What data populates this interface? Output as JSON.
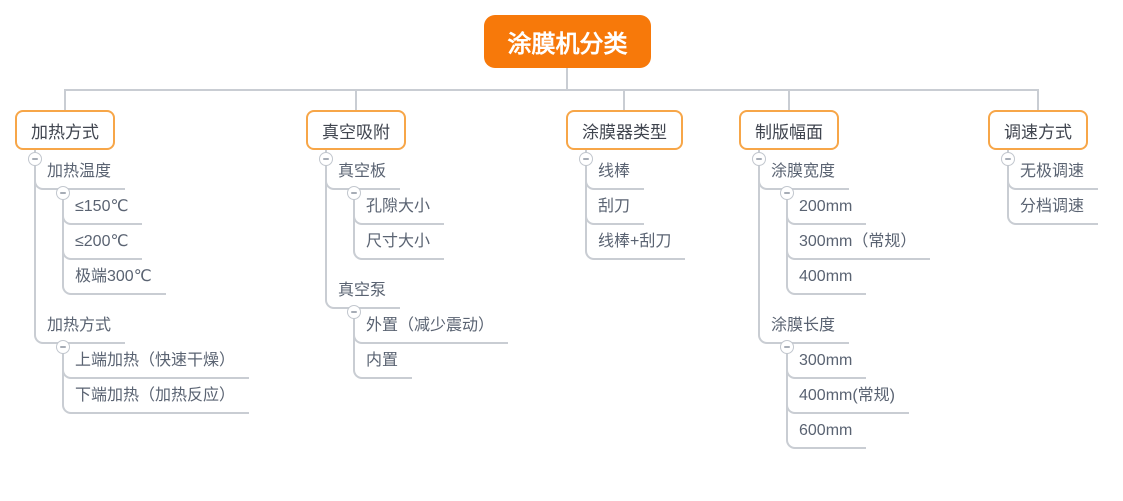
{
  "colors": {
    "root_bg": "#F7790A",
    "branch_border": "#F7A648",
    "connector": "#C9CDD3",
    "branch_text": "#40454F",
    "subtopic_text": "#5A6372"
  },
  "icons": {
    "collapse": "minus-icon"
  },
  "root": {
    "label": "涂膜机分类"
  },
  "branches": [
    {
      "label": "加热方式",
      "children": [
        {
          "label": "加热温度",
          "children": [
            {
              "label": "≤150℃"
            },
            {
              "label": "≤200℃"
            },
            {
              "label": "极端300℃"
            }
          ]
        },
        {
          "label": "加热方式",
          "children": [
            {
              "label": "上端加热（快速干燥）"
            },
            {
              "label": "下端加热（加热反应）"
            }
          ]
        }
      ]
    },
    {
      "label": "真空吸附",
      "children": [
        {
          "label": "真空板",
          "children": [
            {
              "label": "孔隙大小"
            },
            {
              "label": "尺寸大小"
            }
          ]
        },
        {
          "label": "真空泵",
          "children": [
            {
              "label": "外置（减少震动）"
            },
            {
              "label": "内置"
            }
          ]
        }
      ]
    },
    {
      "label": "涂膜器类型",
      "children": [
        {
          "label": "线棒"
        },
        {
          "label": "刮刀"
        },
        {
          "label": "线棒+刮刀"
        }
      ]
    },
    {
      "label": "制版幅面",
      "children": [
        {
          "label": "涂膜宽度",
          "children": [
            {
              "label": "200mm"
            },
            {
              "label": "300mm（常规）"
            },
            {
              "label": "400mm"
            }
          ]
        },
        {
          "label": "涂膜长度",
          "children": [
            {
              "label": "300mm"
            },
            {
              "label": "400mm(常规)"
            },
            {
              "label": "600mm"
            }
          ]
        }
      ]
    },
    {
      "label": "调速方式",
      "children": [
        {
          "label": "无极调速"
        },
        {
          "label": "分档调速"
        }
      ]
    }
  ]
}
